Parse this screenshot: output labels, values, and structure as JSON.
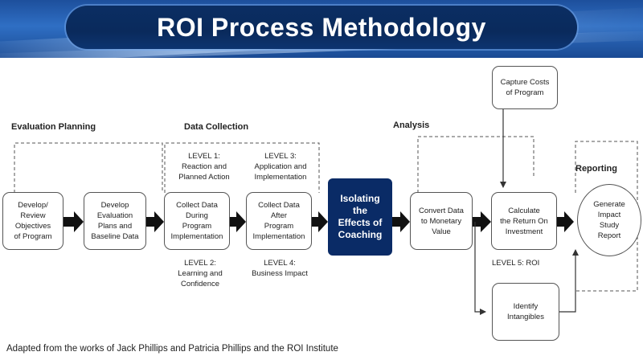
{
  "title": "ROI Process Methodology",
  "sections": {
    "evaluation_planning": "Evaluation Planning",
    "data_collection": "Data Collection",
    "analysis": "Analysis",
    "reporting": "Reporting"
  },
  "levels": {
    "level1": "LEVEL 1:\nReaction and\nPlanned Action",
    "level2": "LEVEL 2:\nLearning and\nConfidence",
    "level3": "LEVEL 3:\nApplication and\nImplementation",
    "level4": "LEVEL 4:\nBusiness Impact",
    "level5": "LEVEL 5:  ROI"
  },
  "boxes": {
    "develop_review": "Develop/\nReview\nObjectives\nof Program",
    "develop_evaluation": "Develop\nEvaluation\nPlans and\nBaseline Data",
    "collect_during": "Collect Data\nDuring\nProgram\nImplementation",
    "collect_after": "Collect Data\nAfter\nProgram\nImplementation",
    "isolating": "Isolating\nthe\nEffects of\nCoaching",
    "convert_data": "Convert Data\nto Monetary\nValue",
    "calculate_roi": "Calculate\nthe Return On\nInvestment",
    "capture_costs": "Capture Costs\nof Program",
    "identify_intangibles": "Identify\nIntangibles",
    "generate_report": "Generate\nImpact\nStudy\nReport"
  },
  "credit": "Adapted from the works of Jack Phillips and Patricia Phillips and the ROI Institute",
  "colors": {
    "banner": "#2f6fc4",
    "title_pill": "#0a2a5c",
    "highlight_box": "#0a2b66"
  }
}
